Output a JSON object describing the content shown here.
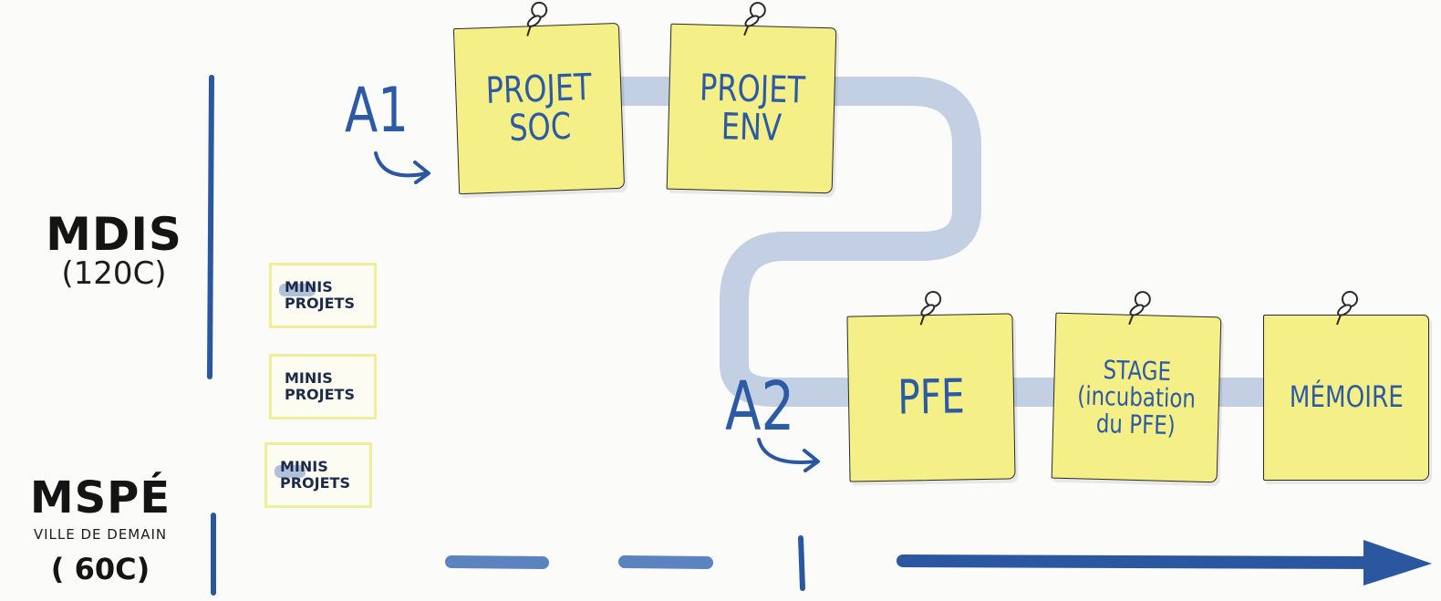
{
  "diagram": {
    "programs": [
      {
        "name": "MDIS",
        "credits": "(120C)"
      },
      {
        "name": "MSPÉ",
        "subtitle": "VILLE DE DEMAIN",
        "credits": "( 60C)"
      }
    ],
    "years": [
      "A1",
      "A2"
    ],
    "notes": {
      "soc": "PROJET\nSOC",
      "env": "PROJET\nENV",
      "pfe": "PFE",
      "stage": "STAGE\n(incubation\ndu PFE)",
      "memoire": "MÉMOIRE"
    },
    "mini_projects": [
      "MINIS\nPROJETS",
      "MINIS\nPROJETS",
      "MINIS\nPROJETS"
    ],
    "icons": [
      "pushpin-icon",
      "curved-arrow-icon",
      "right-arrow-icon"
    ],
    "colors": {
      "note_fill": "#f4ef86",
      "ink_blue": "#2c5aa4",
      "path_blue": "#c3d0e3",
      "label_black": "#141414"
    }
  }
}
